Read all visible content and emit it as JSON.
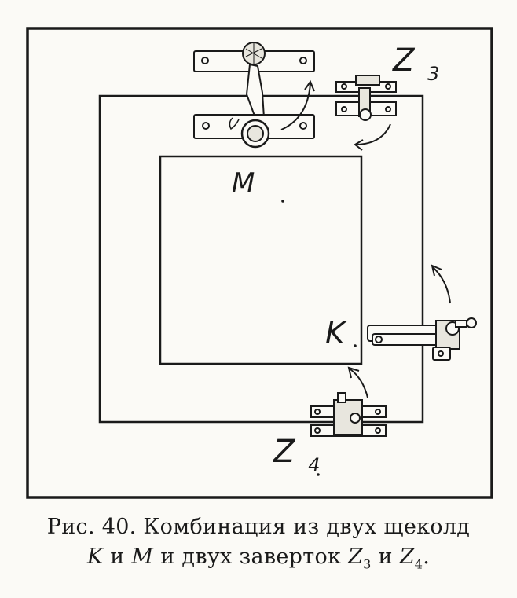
{
  "labels": {
    "m": "M",
    "k": "K",
    "z3_letter": "Z",
    "z3_index": "3",
    "z4_letter": "Z",
    "z4_index": "4"
  },
  "caption": {
    "prefix": "Рис. 40. Комбинация из двух щеколд",
    "k": "K",
    "and1": "и",
    "m": "M",
    "middle": "и двух заверток",
    "z3": "Z",
    "z3_sub": "3",
    "and2": "и",
    "z4": "Z",
    "z4_sub": "4",
    "end": "."
  }
}
